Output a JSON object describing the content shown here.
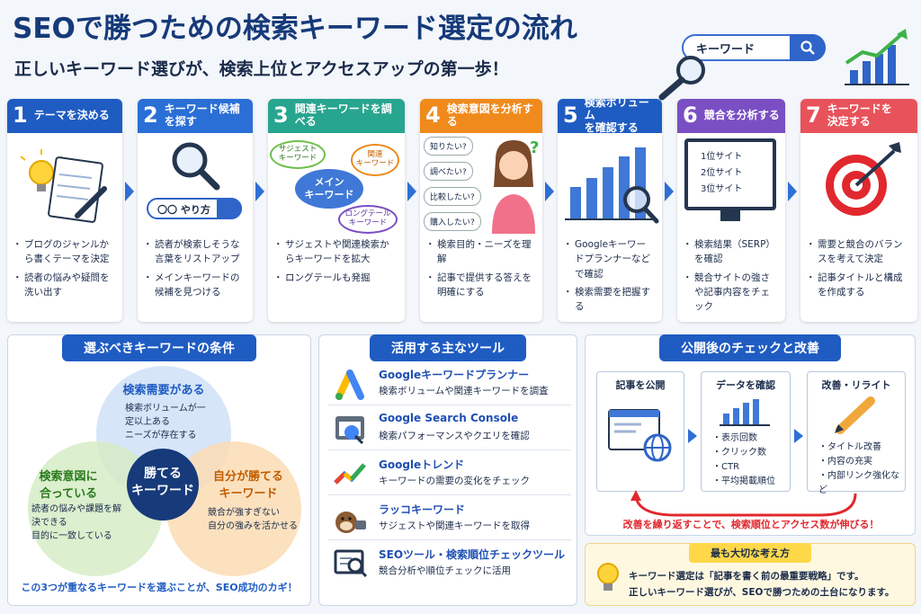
{
  "header": {
    "title": "SEOで勝つための検索キーワード選定の流れ",
    "subtitle": "正しいキーワード選びが、検索上位とアクセスアップの第一歩！",
    "search_text": "キーワード"
  },
  "steps": [
    {
      "num": "1",
      "label": "テーマを決める",
      "color": "#1f5cc2",
      "bullets": [
        "ブログのジャンルから書くテーマを決定",
        "読者の悩みや疑問を洗い出す"
      ]
    },
    {
      "num": "2",
      "label": "キーワード候補を探す",
      "color": "#2a6fd6",
      "search_text": "〇〇 やり方",
      "bullets": [
        "読者が検索しそうな言葉をリストアップ",
        "メインキーワードの候補を見つける"
      ]
    },
    {
      "num": "3",
      "label": "関連キーワードを調べる",
      "color": "#27a58f",
      "bubbles": {
        "suggest": "サジェスト\nキーワード",
        "related": "関連\nキーワード",
        "main": "メイン\nキーワード",
        "longtail": "ロングテール\nキーワード"
      },
      "bullets": [
        "サジェストや関連検索からキーワードを拡大",
        "ロングテールも発掘"
      ]
    },
    {
      "num": "4",
      "label": "検索意図を分析する",
      "color": "#f08a1c",
      "questions": [
        "知りたい?",
        "調べたい?",
        "比較したい?",
        "購入したい?"
      ],
      "bullets": [
        "検索目的・ニーズを理解",
        "記事で提供する答えを明確にする"
      ]
    },
    {
      "num": "5",
      "label": "検索ボリューム\nを確認する",
      "color": "#1f5cc2",
      "bullets": [
        "Googleキーワードプランナーなどで確認",
        "検索需要を把握する"
      ]
    },
    {
      "num": "6",
      "label": "競合を分析する",
      "color": "#7b4fc4",
      "ranks": [
        "1位サイト",
        "2位サイト",
        "3位サイト"
      ],
      "bullets": [
        "検索結果（SERP）を確認",
        "競合サイトの強さや記事内容をチェック"
      ]
    },
    {
      "num": "7",
      "label": "キーワードを\n決定する",
      "color": "#e8525a",
      "bullets": [
        "需要と競合のバランスを考えて決定",
        "記事タイトルと構成を作成する"
      ]
    }
  ],
  "conditions": {
    "title": "選ぶべきキーワードの条件",
    "demand": {
      "head": "検索需要がある",
      "items": [
        "検索ボリュームが一定以上ある",
        "ニーズが存在する"
      ]
    },
    "intent": {
      "head": "検索意図に\n合っている",
      "items": [
        "読者の悩みや課題を解決できる",
        "目的に一致している"
      ]
    },
    "winnable": {
      "head": "自分が勝てる\nキーワード",
      "items": [
        "競合が強すぎない",
        "自分の強みを活かせる"
      ]
    },
    "center": "勝てる\nキーワード",
    "footer": "この3つが重なるキーワードを選ぶことが、SEO成功のカギ！"
  },
  "tools": {
    "title": "活用する主なツール",
    "items": [
      {
        "name": "Googleキーワードプランナー",
        "desc": "検索ボリュームや関連キーワードを調査",
        "icon": "google-ads-icon"
      },
      {
        "name": "Google Search Console",
        "desc": "検索パフォーマンスやクエリを確認",
        "icon": "search-console-icon"
      },
      {
        "name": "Googleトレンド",
        "desc": "キーワードの需要の変化をチェック",
        "icon": "trends-icon"
      },
      {
        "name": "ラッコキーワード",
        "desc": "サジェストや関連キーワードを取得",
        "icon": "otter-icon"
      },
      {
        "name": "SEOツール・検索順位チェックツール",
        "desc": "競合分析や順位チェックに活用",
        "icon": "rank-check-icon"
      }
    ]
  },
  "after": {
    "title": "公開後のチェックと改善",
    "publish": "記事を公開",
    "data": {
      "title": "データを確認",
      "items": [
        "表示回数",
        "クリック数",
        "CTR",
        "平均掲載順位"
      ]
    },
    "improve": {
      "title": "改善・リライト",
      "items": [
        "タイトル改善",
        "内容の充実",
        "内部リンク強化など"
      ]
    },
    "loop_text": "改善を繰り返すことで、検索順位とアクセス数が伸びる！"
  },
  "important": {
    "title": "最も大切な考え方",
    "line1": "キーワード選定は「記事を書く前の最重要戦略」です。",
    "line2": "正しいキーワード選びが、SEOで勝つための土台になります。"
  },
  "colors": {
    "primary": "#1f5cc2",
    "orange": "#f08a1c",
    "red": "#e0282e",
    "green": "#27a58f",
    "purple": "#7b4fc4",
    "pink": "#e8525a"
  }
}
